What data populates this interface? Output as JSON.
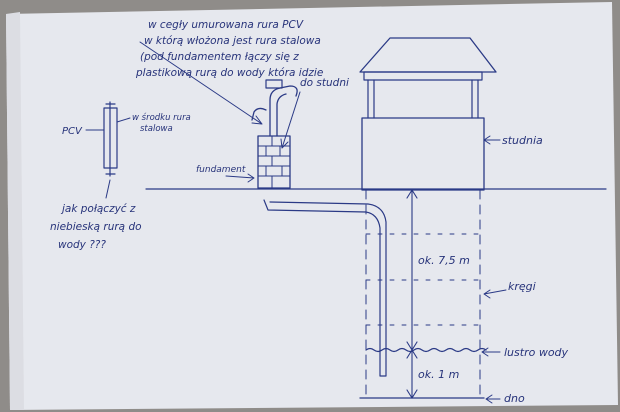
{
  "annotations": {
    "note_line1": "w cegły umurowana rura PCV",
    "note_line2": "w którą włożona jest rura stalowa",
    "note_line3": "(pod fundamentem łączy się z",
    "note_line4": "plastikową rurą do wody która idzie",
    "note_line5": "do studni",
    "pcv": "PCV",
    "steel_inside_1": "w środku rura",
    "steel_inside_2": "stalowa",
    "question_1": "jak połączyć z",
    "question_2": "niebieską rurą do",
    "question_3": "wody ???",
    "fundament": "fundament",
    "studnia": "studnia",
    "kregi": "kręgi",
    "lustro_wody": "lustro wody",
    "dno": "dno",
    "depth_upper": "ok. 7,5 m",
    "depth_lower": "ok. 1 m"
  },
  "colors": {
    "ink": "#2b3a86",
    "paper": "#e8e9ee",
    "background": "#8e8b88"
  }
}
